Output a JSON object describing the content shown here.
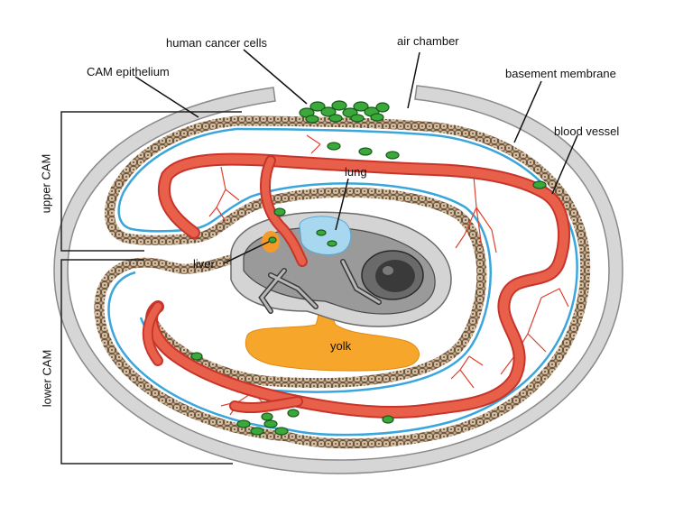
{
  "labels": {
    "human_cancer_cells": "human cancer cells",
    "air_chamber": "air chamber",
    "cam_epithelium": "CAM epithelium",
    "basement_membrane": "basement membrane",
    "blood_vessel": "blood vessel",
    "upper_cam": "upper CAM",
    "lower_cam": "lower CAM",
    "lung": "lung",
    "liver": "liver",
    "yolk": "yolk"
  },
  "colors": {
    "shell": "#d6d6d6",
    "shell_outline": "#8a8a8a",
    "epithelium_cell": "#c8ac8c",
    "epithelium_outline": "#5e4a36",
    "basement_membrane": "#3aa6dc",
    "blood_vessel": "#e8604a",
    "blood_vessel_dark": "#c8342a",
    "capillary": "#e0402e",
    "cancer_cell": "#3aa83a",
    "cancer_cell_outline": "#1a5a1a",
    "embryo": "#9a9a9a",
    "embryo_light": "#d4d4d4",
    "yolk": "#f7a62c",
    "lung": "#a8d8f0",
    "liver": "#f49a2a"
  }
}
